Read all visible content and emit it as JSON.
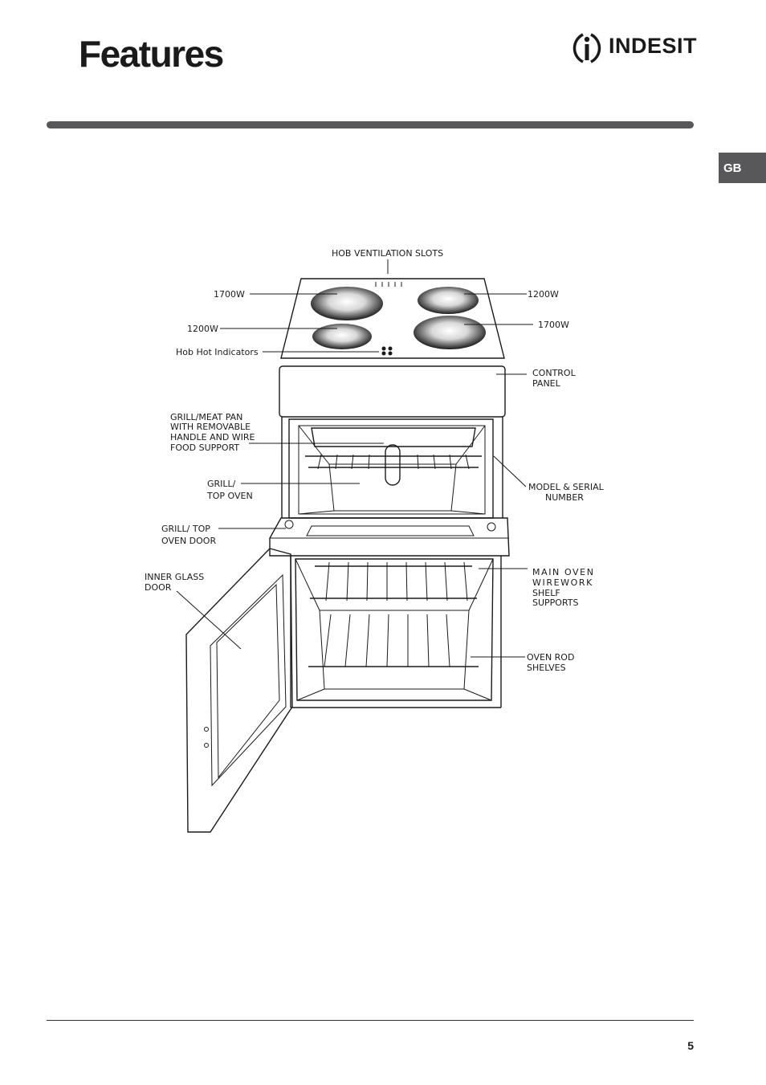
{
  "page": {
    "title": "Features",
    "brand": "INDESIT",
    "language_tab": "GB",
    "page_number": "5"
  },
  "labels": {
    "hob_vent": "HOB VENTILATION SLOTS",
    "hob_left_back": "1700W",
    "hob_right_back": "1200W",
    "hob_left_front": "1200W",
    "hob_right_front": "1700W",
    "hob_hot": "Hob Hot Indicators",
    "control_panel": [
      "CONTROL",
      "PANEL"
    ],
    "grill_pan": [
      "GRILL/MEAT PAN",
      "WITH REMOVABLE",
      "HANDLE AND WIRE",
      "FOOD SUPPORT"
    ],
    "grill_top_oven": [
      "GRILL/",
      "TOP OVEN"
    ],
    "grill_top_door": [
      "GRILL/ TOP",
      "OVEN DOOR"
    ],
    "inner_glass": [
      "INNER GLASS",
      "DOOR"
    ],
    "model_serial": [
      "MODEL & SERIAL",
      "NUMBER"
    ],
    "main_oven": [
      "MAIN OVEN",
      "WIREWORK",
      "SHELF",
      "SUPPORTS"
    ],
    "oven_rod": [
      "OVEN ROD",
      "SHELVES"
    ]
  }
}
